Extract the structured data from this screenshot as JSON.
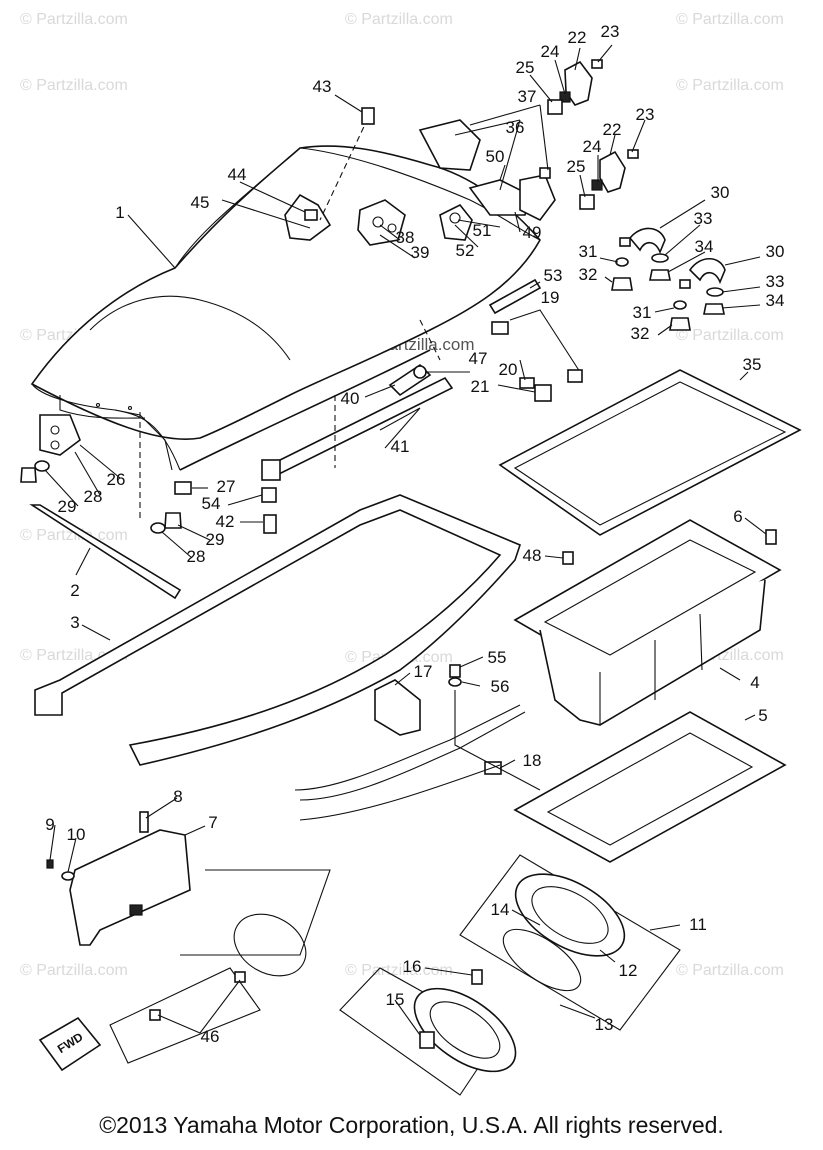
{
  "watermarks": [
    "© Partzilla.com",
    "© Partzilla.com",
    "© Partzilla.com",
    "© Partzilla.com",
    "© Partzilla.com",
    "© Partzilla.com",
    "© Partzilla.com",
    "© Partzilla.com",
    "© Partzilla.com",
    "© Partzilla.com",
    "© Partzilla.com",
    "© Partzilla.com",
    "© Partzilla.com",
    "© Partzilla.com"
  ],
  "center_watermark": "© Partzilla.com",
  "fwd_label": "FWD",
  "callouts": [
    "43",
    "44",
    "45",
    "1",
    "22",
    "23",
    "24",
    "25",
    "37",
    "36",
    "50",
    "22",
    "23",
    "24",
    "25",
    "30",
    "33",
    "34",
    "30",
    "33",
    "34",
    "31",
    "32",
    "31",
    "32",
    "38",
    "39",
    "51",
    "52",
    "49",
    "53",
    "19",
    "47",
    "20",
    "21",
    "40",
    "41",
    "35",
    "26",
    "28",
    "29",
    "27",
    "54",
    "42",
    "29",
    "28",
    "2",
    "3",
    "48",
    "6",
    "4",
    "17",
    "55",
    "56",
    "18",
    "5",
    "8",
    "7",
    "9",
    "10",
    "11",
    "14",
    "12",
    "16",
    "15",
    "13",
    "46"
  ],
  "copyright": "©2013  Yamaha Motor Corporation, U.S.A. All rights reserved."
}
